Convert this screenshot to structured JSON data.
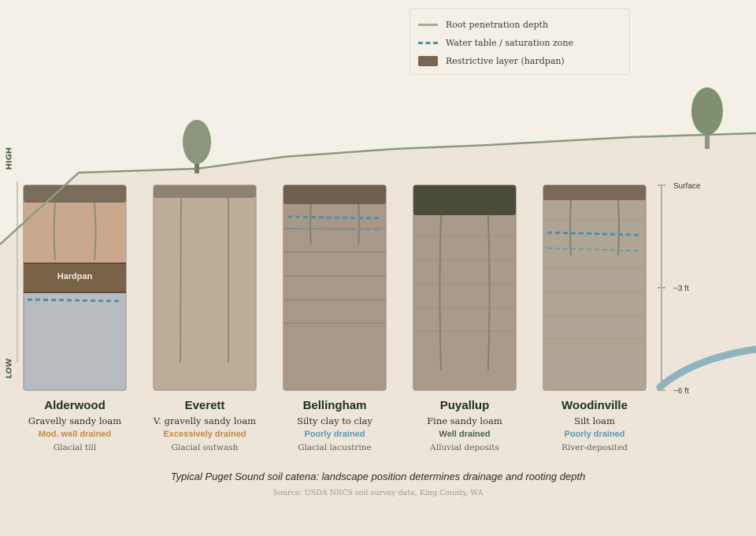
{
  "legend": {
    "items": [
      {
        "label": "Root penetration depth",
        "type": "line",
        "color": "#a5ad94"
      },
      {
        "label": "Water table / saturation zone",
        "type": "dashed",
        "color": "#4f8fa8"
      },
      {
        "label": "Restrictive layer (hardpan)",
        "type": "box",
        "color": "#7a6650"
      }
    ]
  },
  "axis": {
    "high_label": "HIGH",
    "low_label": "LOW"
  },
  "depth_scale": {
    "surface_label": "Surface",
    "mid_label": "~3 ft",
    "bottom_label": "~6 ft"
  },
  "soils": [
    {
      "name": "Alderwood",
      "texture": "Gravelly sandy loam",
      "drainage": "Mod. well drained",
      "drainage_color": "#c08a48",
      "origin": "Glacial till",
      "hardpan_label": "Hardpan",
      "topsoil_color": "#7b6b5a",
      "body_color": "#c9a88e"
    },
    {
      "name": "Everett",
      "texture": "V. gravelly sandy loam",
      "drainage": "Excessively drained",
      "drainage_color": "#c08a48",
      "origin": "Glacial outwash",
      "topsoil_color": "#8e8272",
      "body_color": "#bdad98"
    },
    {
      "name": "Bellingham",
      "texture": "Silty clay to clay",
      "drainage": "Poorly drained",
      "drainage_color": "#5a9ab0",
      "origin": "Glacial lacustrine",
      "topsoil_color": "#6f5f50",
      "body_color": "#a99887"
    },
    {
      "name": "Puyallup",
      "texture": "Fine sandy loam",
      "drainage": "Well drained",
      "drainage_color": "#4d6446",
      "origin": "Alluvial deposits",
      "topsoil_color": "#4b4b3a",
      "body_color": "#a99a89"
    },
    {
      "name": "Woodinville",
      "texture": "Silt loam",
      "drainage": "Poorly drained",
      "drainage_color": "#5a9ab0",
      "origin": "River-deposited",
      "topsoil_color": "#7a6858",
      "body_color": "#b0a594"
    }
  ],
  "caption": "Typical Puget Sound soil catena: landscape position determines drainage and rooting depth",
  "source": "Source: USDA NRCS soil survey data, King County, WA"
}
